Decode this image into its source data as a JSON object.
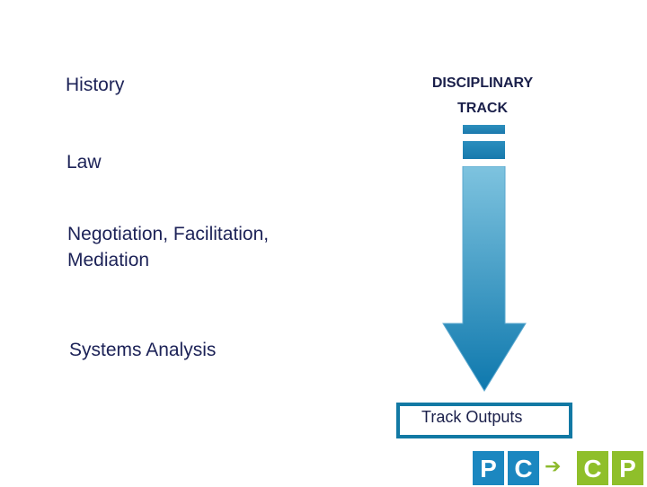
{
  "labels": {
    "history": "History",
    "law": "Law",
    "negotiation": "Negotiation, Facilitation, Mediation",
    "systems": "Systems Analysis"
  },
  "track": {
    "title_line1": "DISCIPLINARY",
    "title_line2": "TRACK",
    "outputs": "Track  Outputs"
  },
  "logo": {
    "left_letters": [
      "P",
      "C"
    ],
    "arrow": "➔",
    "right_letters": [
      "C",
      "P"
    ],
    "left_color": "#1b87c0",
    "right_color": "#8fbf2a"
  }
}
